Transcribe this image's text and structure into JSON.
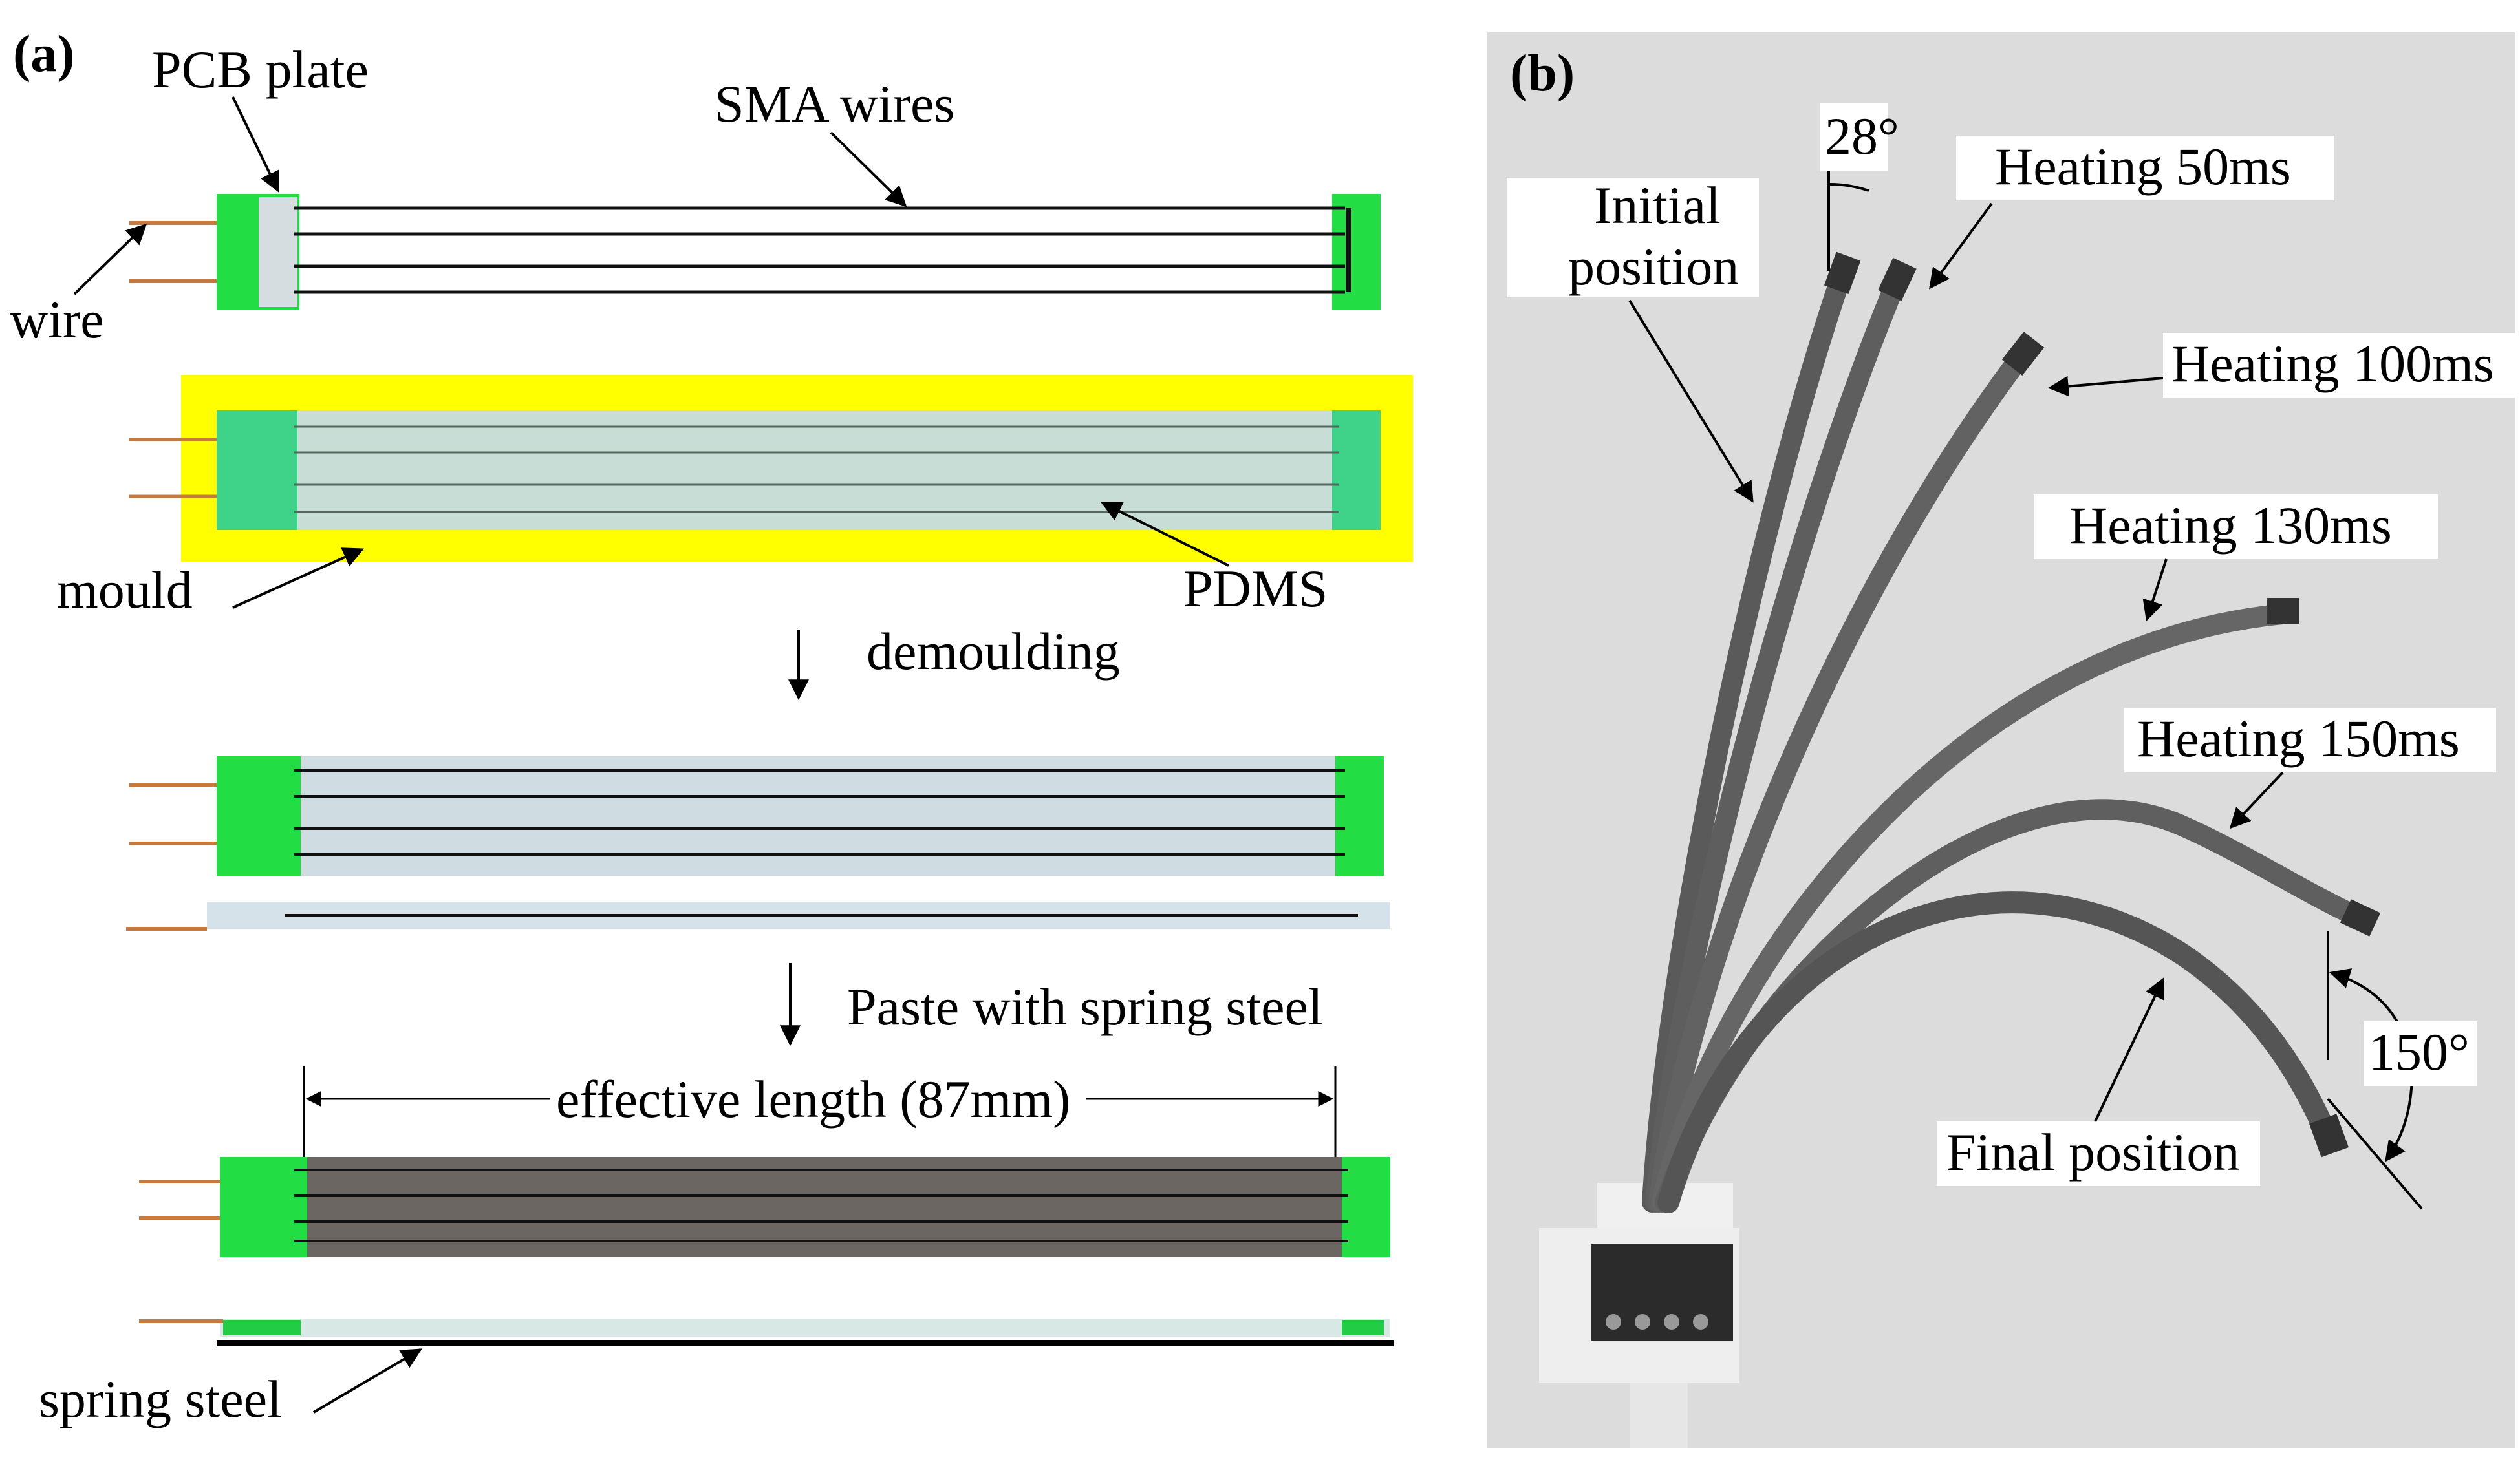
{
  "panel_a": {
    "label": "(a)",
    "pcb_plate_label": "PCB plate",
    "sma_wires_label": "SMA wires",
    "wire_label": "wire",
    "mould_label": "mould",
    "pdms_label": "PDMS",
    "step1_label": "demoulding",
    "step2_label": "Paste with spring steel",
    "effective_length_label": "effective length (87mm)",
    "spring_steel_label": "spring steel"
  },
  "panel_b": {
    "label": "(b)",
    "initial_line1": "Initial",
    "initial_line2": "position",
    "angle_initial": "28°",
    "heat_50": "Heating 50ms",
    "heat_100": "Heating 100ms",
    "heat_130": "Heating 130ms",
    "heat_150": "Heating 150ms",
    "final_label": "Final position",
    "angle_final": "150°"
  },
  "colors": {
    "pcb_green": "#22dd44",
    "mould_yellow": "#ffff00",
    "pdms": "#c8ddd6",
    "demoulded": "#cfdde3",
    "pasted": "#6b6662",
    "copper_wire": "#c87a3e",
    "photo_bg": "#dcdcdc"
  }
}
